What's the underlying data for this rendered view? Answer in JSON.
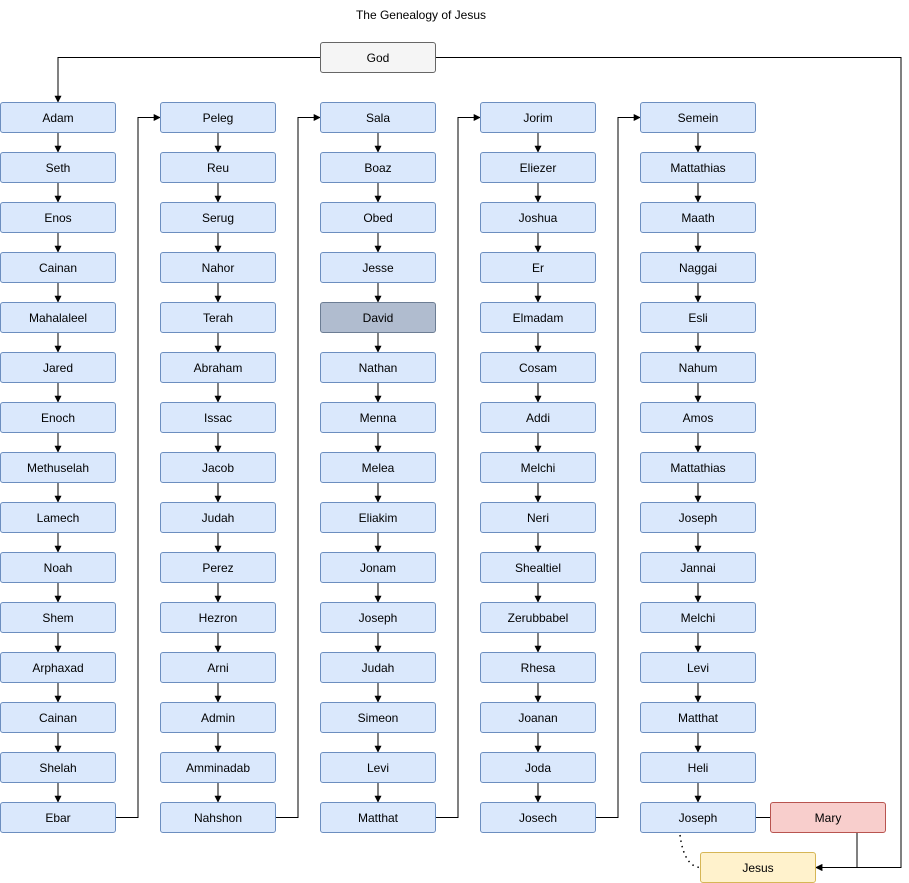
{
  "title": "The Genealogy of Jesus",
  "god": "God",
  "mary": "Mary",
  "jesus": "Jesus",
  "highlighted": "David",
  "colors": {
    "person_fill": "#dae8fc",
    "person_stroke": "#6c8ebf",
    "david_fill": "#b0bccf",
    "god_fill": "#f5f5f5",
    "mary_fill": "#f8cecc",
    "jesus_fill": "#fff2cc"
  },
  "columns": [
    [
      "Adam",
      "Seth",
      "Enos",
      "Cainan",
      "Mahalaleel",
      "Jared",
      "Enoch",
      "Methuselah",
      "Lamech",
      "Noah",
      "Shem",
      "Arphaxad",
      "Cainan",
      "Shelah",
      "Ebar"
    ],
    [
      "Peleg",
      "Reu",
      "Serug",
      "Nahor",
      "Terah",
      "Abraham",
      "Issac",
      "Jacob",
      "Judah",
      "Perez",
      "Hezron",
      "Arni",
      "Admin",
      "Amminadab",
      "Nahshon"
    ],
    [
      "Sala",
      "Boaz",
      "Obed",
      "Jesse",
      "David",
      "Nathan",
      "Menna",
      "Melea",
      "Eliakim",
      "Jonam",
      "Joseph",
      "Judah",
      "Simeon",
      "Levi",
      "Matthat"
    ],
    [
      "Jorim",
      "Eliezer",
      "Joshua",
      "Er",
      "Elmadam",
      "Cosam",
      "Addi",
      "Melchi",
      "Neri",
      "Shealtiel",
      "Zerubbabel",
      "Rhesa",
      "Joanan",
      "Joda",
      "Josech"
    ],
    [
      "Semein",
      "Mattathias",
      "Maath",
      "Naggai",
      "Esli",
      "Nahum",
      "Amos",
      "Mattathias",
      "Joseph",
      "Jannai",
      "Melchi",
      "Levi",
      "Matthat",
      "Heli",
      "Joseph"
    ]
  ]
}
